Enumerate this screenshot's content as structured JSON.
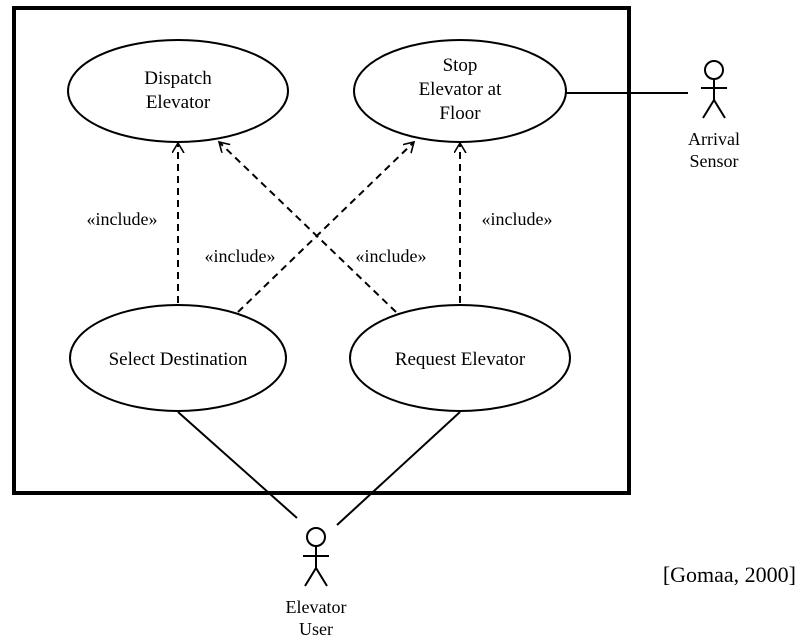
{
  "diagram": {
    "type": "uml-use-case-diagram",
    "use_cases": {
      "dispatch": {
        "line1": "Dispatch",
        "line2": "Elevator"
      },
      "stop": {
        "line1": "Stop",
        "line2": "Elevator at",
        "line3": "Floor"
      },
      "select": {
        "label": "Select Destination"
      },
      "request": {
        "label": "Request Elevator"
      }
    },
    "include_labels": {
      "select_to_dispatch": "«include»",
      "select_to_stop": "«include»",
      "request_to_dispatch": "«include»",
      "request_to_stop": "«include»"
    },
    "actors": {
      "arrival_sensor": {
        "line1": "Arrival",
        "line2": "Sensor",
        "icon": "stick-figure-icon"
      },
      "elevator_user": {
        "line1": "Elevator",
        "line2": "User",
        "icon": "stick-figure-icon"
      }
    },
    "relationships": [
      {
        "from": "Select Destination",
        "to": "Dispatch Elevator",
        "kind": "include"
      },
      {
        "from": "Select Destination",
        "to": "Stop Elevator at Floor",
        "kind": "include"
      },
      {
        "from": "Request Elevator",
        "to": "Dispatch Elevator",
        "kind": "include"
      },
      {
        "from": "Request Elevator",
        "to": "Stop Elevator at Floor",
        "kind": "include"
      },
      {
        "from": "Arrival Sensor",
        "to": "Stop Elevator at Floor",
        "kind": "association"
      },
      {
        "from": "Elevator User",
        "to": "Select Destination",
        "kind": "association"
      },
      {
        "from": "Elevator User",
        "to": "Request Elevator",
        "kind": "association"
      }
    ],
    "citation": "[Gomaa, 2000]"
  }
}
